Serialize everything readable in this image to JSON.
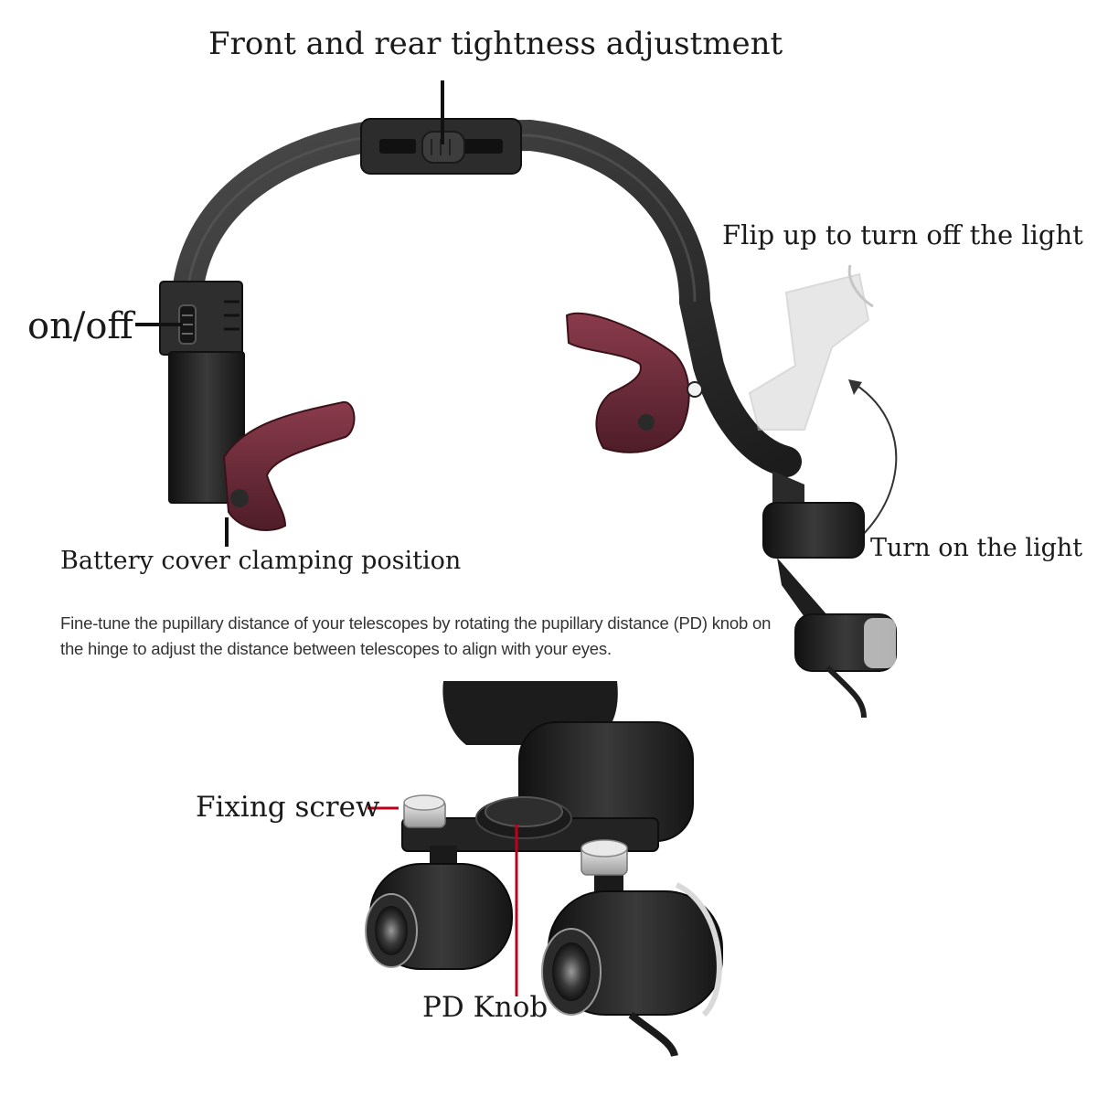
{
  "labels": {
    "front_rear": "Front and rear tightness adjustment",
    "flip_up": "Flip up to turn off the light",
    "on_off": "on/off",
    "battery_cover": "Battery cover clamping position",
    "turn_on": "Turn on the light",
    "fixing_screw": "Fixing screw",
    "pd_knob": "PD Knob"
  },
  "description": "Fine-tune the pupillary distance of your telescopes by rotating the pupillary distance (PD) knob on the hinge to adjust the distance between telescopes to align with your eyes.",
  "colors": {
    "frame": "#2a2a2a",
    "pad": "#6e2b3a",
    "leader_red": "#c0001a",
    "ghost": "#cfcfcf"
  }
}
